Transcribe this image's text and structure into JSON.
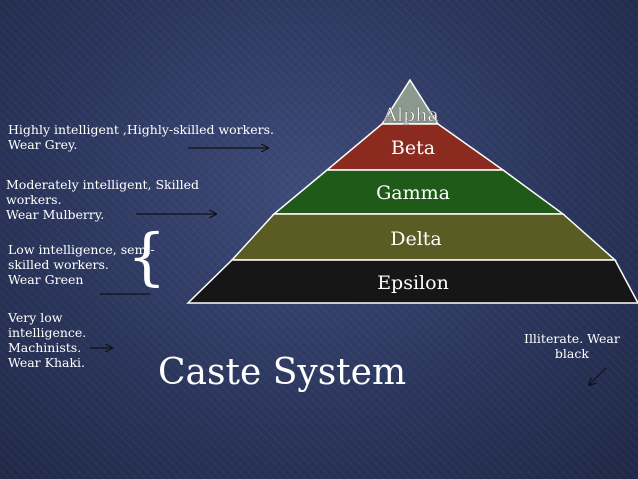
{
  "title": "Caste System",
  "pyramid": {
    "tiers": [
      {
        "label": "Alpha",
        "color": "#8a9a8e"
      },
      {
        "label": "Beta",
        "color": "#8b2a1e"
      },
      {
        "label": "Gamma",
        "color": "#1f5a18"
      },
      {
        "label": "Delta",
        "color": "#5a5c24"
      },
      {
        "label": "Epsilon",
        "color": "#161616"
      }
    ]
  },
  "descriptions": {
    "alpha": [
      "Highly intelligent ,Highly-skilled workers.",
      "Wear Grey."
    ],
    "beta": [
      "Moderately intelligent, Skilled",
      "workers.",
      "Wear Mulberry."
    ],
    "gamma": [
      "Low intelligence, semi-",
      "skilled workers.",
      "Wear Green"
    ],
    "delta": [
      "Very low",
      "intelligence.",
      "Machinists.",
      "Wear Khaki."
    ],
    "epsilon": [
      "Illiterate. Wear",
      "black"
    ]
  },
  "brace_glyph": "{"
}
